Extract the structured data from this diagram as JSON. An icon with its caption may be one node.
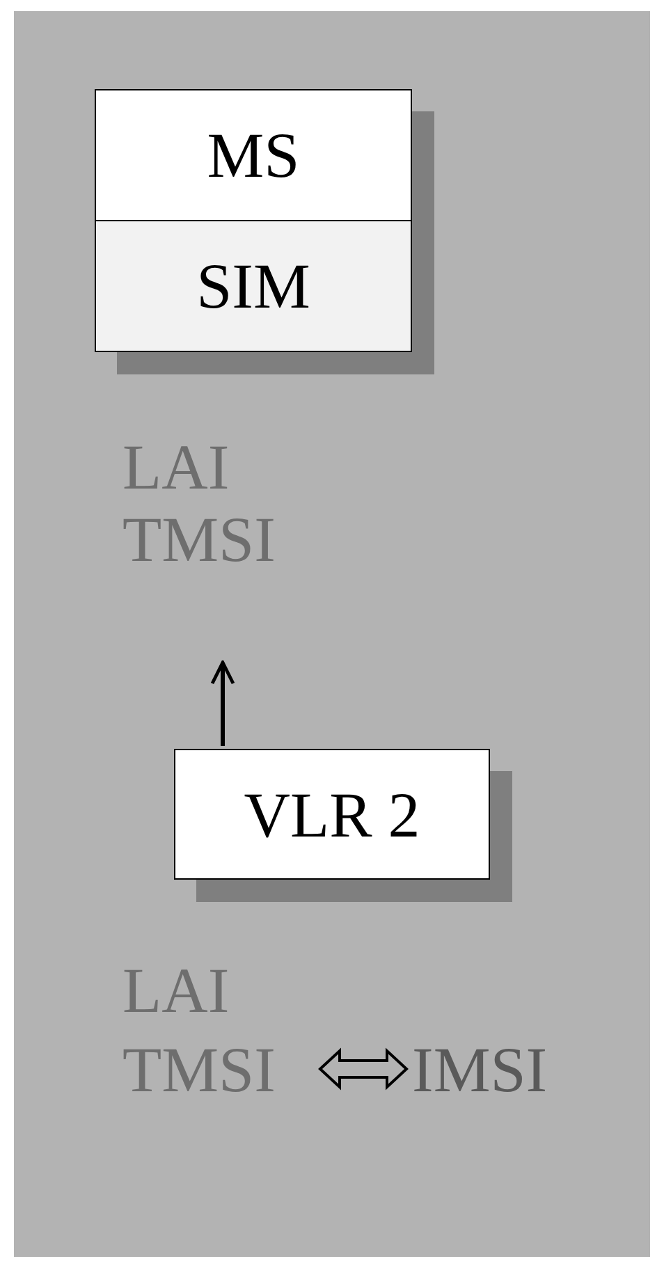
{
  "diagram": {
    "nodes": [
      {
        "text": [
          "MS",
          "SIM"
        ]
      },
      {
        "text": [
          "LAI TMSI"
        ]
      },
      {
        "text": [
          "VLR 2"
        ]
      },
      {
        "text": [
          "LAI TMSI"
        ]
      },
      {
        "text": [
          "IMSI"
        ]
      }
    ],
    "edges": [
      {
        "from": 2,
        "to": 1,
        "arrow": "to"
      },
      {
        "from": 3,
        "to": 4,
        "arrow": "both"
      }
    ]
  }
}
